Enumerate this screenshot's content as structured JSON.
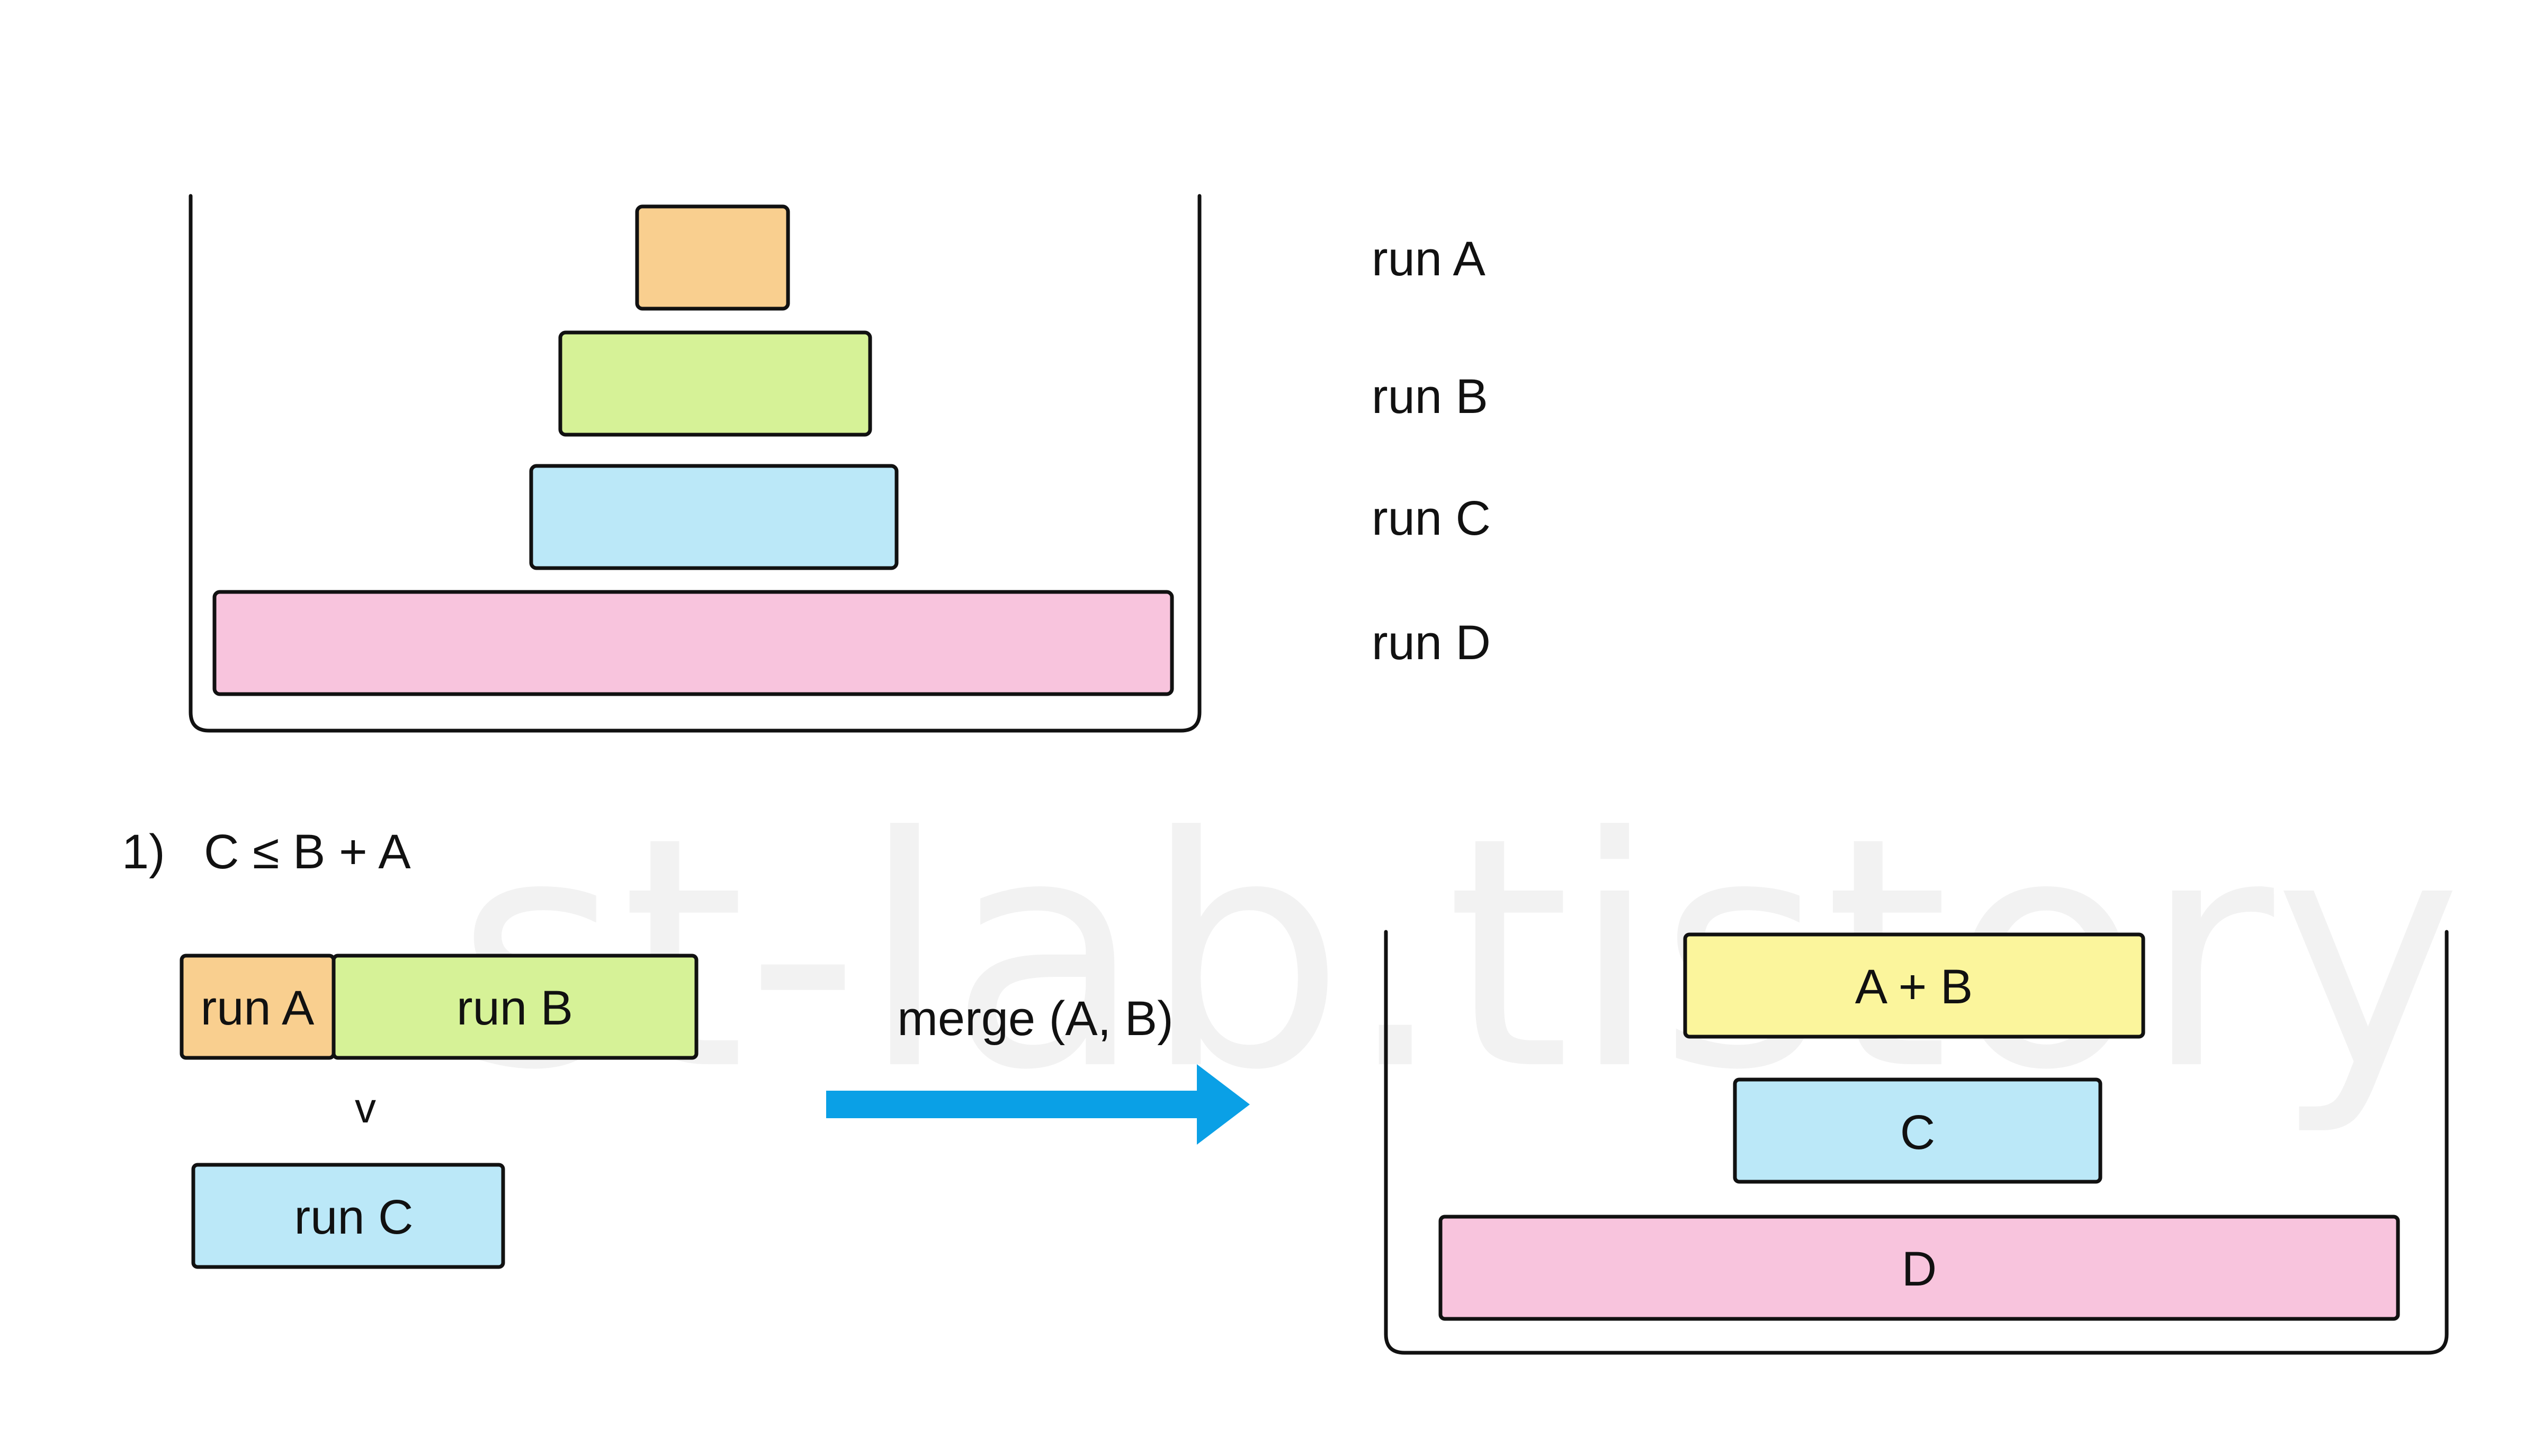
{
  "colors": {
    "run_a": "#f9cf8f",
    "run_b": "#d6f297",
    "run_c": "#bbe8f8",
    "run_d": "#f8c4dd",
    "a_plus_b": "#fbf59c",
    "arrow": "#0aa0e6",
    "outline": "#111111"
  },
  "watermark": "st-lab.tistory",
  "top_stack": {
    "labels": [
      "run A",
      "run B",
      "run C",
      "run D"
    ]
  },
  "condition": {
    "number": "1)",
    "text": "C ≤ B + A"
  },
  "comparison": {
    "run_a": "run A",
    "run_b": "run B",
    "symbol": "v",
    "run_c": "run C"
  },
  "operation": {
    "label": "merge (A, B)"
  },
  "result_stack": {
    "blocks": [
      "A + B",
      "C",
      "D"
    ]
  }
}
